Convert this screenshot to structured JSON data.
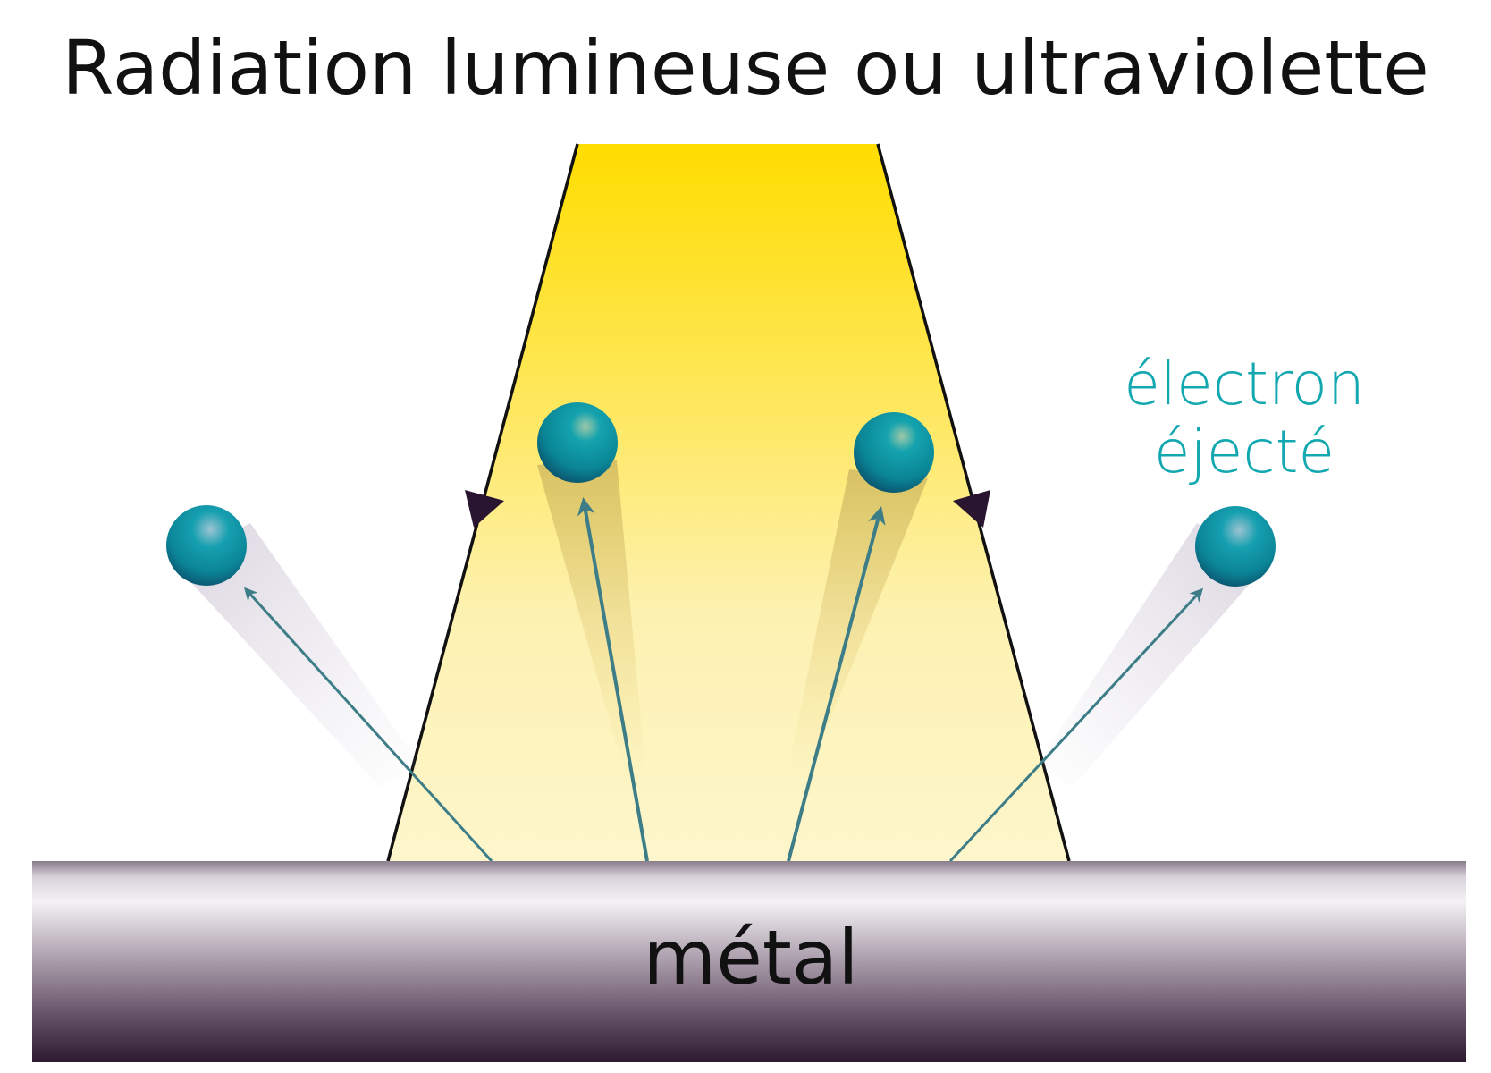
{
  "title": "Radiation lumineuse ou ultraviolette",
  "labels": {
    "electron_line1": "électron",
    "electron_line2": "éjecté",
    "metal": "métal"
  },
  "colors": {
    "beam_top": "#FFDD00",
    "beam_bottom": "#FDF6CC",
    "electron": "#0E8FA0",
    "electron_label": "#13A8B0",
    "arrow": "#3D7D87",
    "metal_light": "#F2EFF3",
    "metal_dark": "#2E1A2E",
    "beam_edge": "#111111"
  },
  "electron_count": 4
}
